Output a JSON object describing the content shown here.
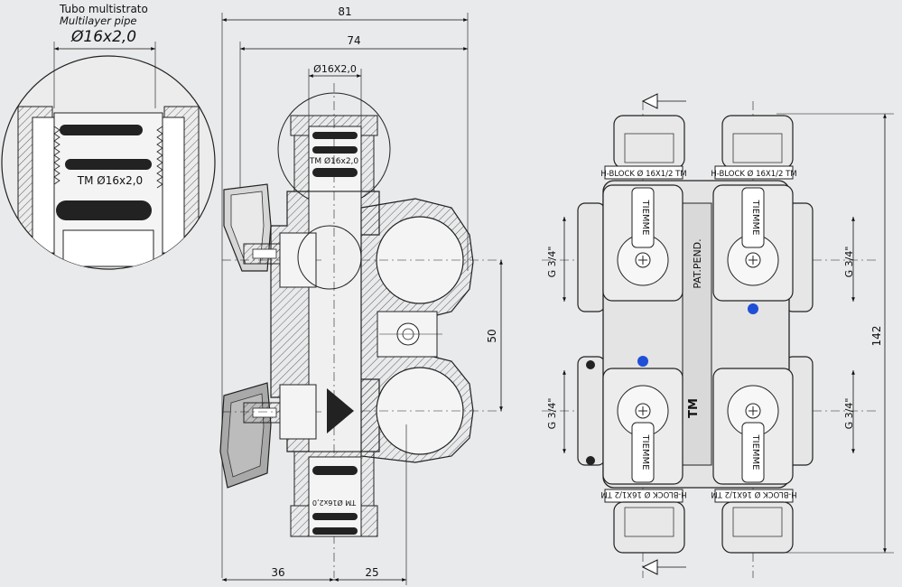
{
  "detail": {
    "title_it": "Tubo multistrato",
    "title_en": "Multilayer pipe",
    "size": "Ø16x2,0",
    "pipe_mark": "TM Ø16x2,0"
  },
  "section_view": {
    "dim_overall": "81",
    "dim_inner": "74",
    "dim_pipe": "Ø16X2,0",
    "dim_center": "50",
    "dim_left": "36",
    "dim_right": "25",
    "pipe_mark_top": "TM Ø16x2,0",
    "pipe_mark_bottom": "TM Ø16x2,0"
  },
  "front_view": {
    "dim_height": "142",
    "thread_label": "G 3/4\"",
    "brand": "TIEMME",
    "patent": "PAT.PEND.",
    "block_label": "H-BLOCK Ø 16X1/2 TM",
    "logo": "TM",
    "dot_color": "#1f4fd6"
  }
}
